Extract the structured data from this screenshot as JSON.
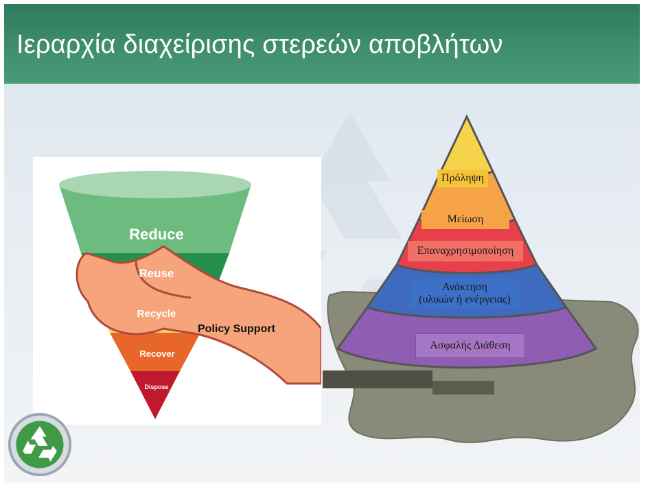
{
  "title": "Ιεραρχία διαχείρισης στερεών αποβλήτων",
  "funnel": {
    "layers": [
      "Reduce",
      "Reuse",
      "Recycle",
      "Recover",
      "Dispose"
    ],
    "policy_label": "Policy Support",
    "colors": [
      "#3fa35e",
      "#2e8b4a",
      "#f2c94c",
      "#e86a2c",
      "#c0182d"
    ]
  },
  "pyramid": {
    "levels": [
      "Πρόληψη",
      "Μείωση",
      "Επαναχρησιμοποίηση",
      "Ανάκτηση",
      "(υλικών ή ενέργειας)",
      "Ασφαλής Διάθεση"
    ],
    "colors": [
      "#f6d44a",
      "#f7a446",
      "#e8404a",
      "#3f6bbf",
      "#8f5db3"
    ]
  },
  "icons": [
    "recycle-logo-icon",
    "recycle-watermark-icon"
  ]
}
